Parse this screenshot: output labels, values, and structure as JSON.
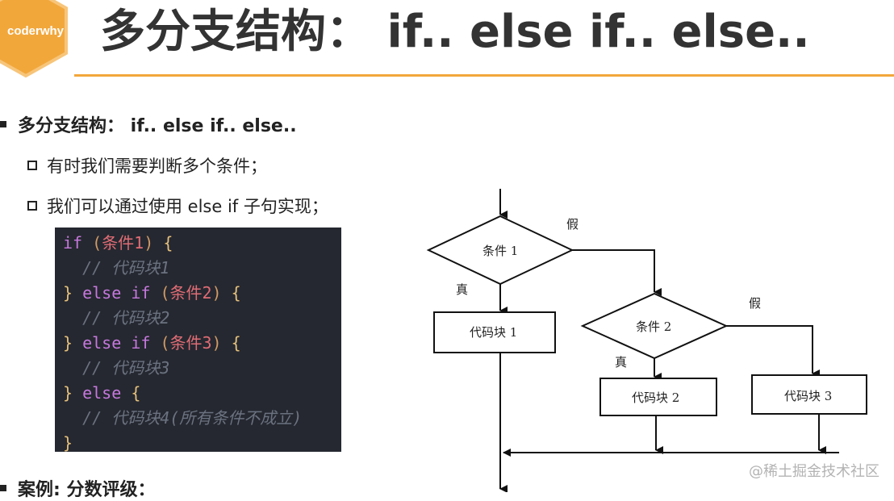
{
  "logo": {
    "text": "coderwhy",
    "color": "#f2a73b"
  },
  "title": "多分支结构： if.. else if.. else..",
  "accent_color": "#f2a73b",
  "bullets": {
    "main": "多分支结构： if.. else if.. else..",
    "sub": [
      "有时我们需要判断多个条件；",
      "我们可以通过使用 else if 子句实现；"
    ],
    "next": "案例: 分数评级："
  },
  "code": {
    "kw_if": "if",
    "kw_else": "else",
    "open": "(",
    "close": ")",
    "brace_open": "{",
    "brace_close": "}",
    "cond1": "条件1",
    "cond2": "条件2",
    "cond3": "条件3",
    "comment1": "// 代码块1",
    "comment2": "// 代码块2",
    "comment3": "// 代码块3",
    "comment4": "// 代码块4(所有条件不成立)"
  },
  "flowchart": {
    "cond1": "条件 1",
    "cond2": "条件 2",
    "block1": "代码块 1",
    "block2": "代码块 2",
    "block3": "代码块 3",
    "true_label": "真",
    "false_label": "假"
  },
  "watermark": "@稀土掘金技术社区"
}
